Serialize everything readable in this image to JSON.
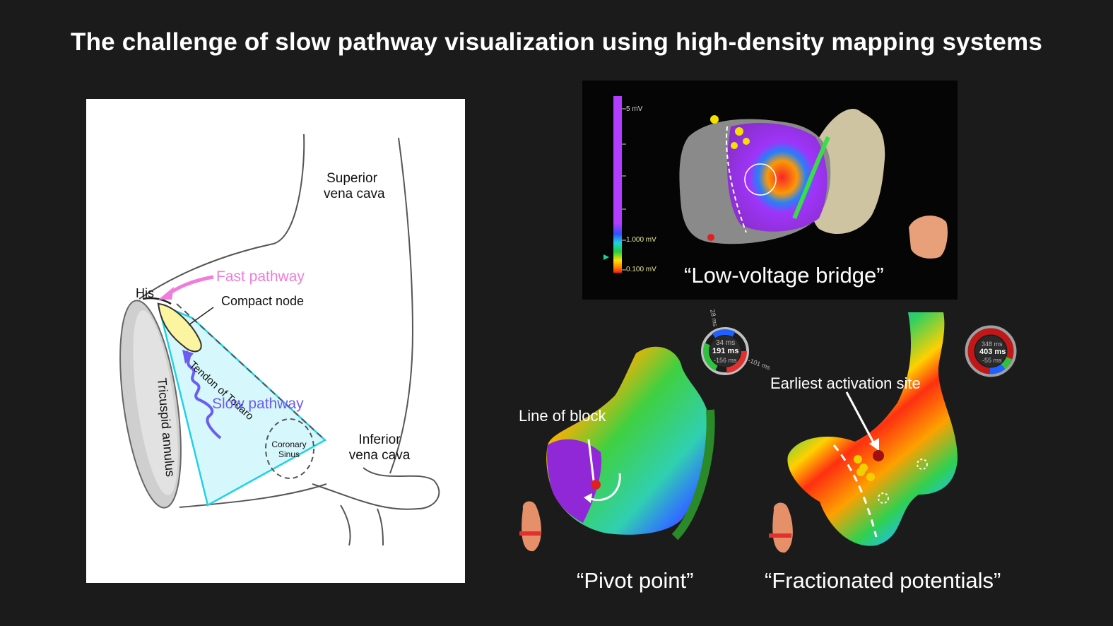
{
  "title": "The challenge of slow pathway visualization using high-density mapping systems",
  "diagram": {
    "labels": {
      "svc": [
        "Superior",
        "vena cava"
      ],
      "ivc": [
        "Inferior",
        "vena cava"
      ],
      "fast": "Fast pathway",
      "his": "His",
      "compact": "Compact node",
      "tendon": "Tendon of Todaro",
      "slow": "Slow pathway",
      "tricuspid": "Tricuspid annulus",
      "cs": [
        "Coronary",
        "Sinus"
      ]
    },
    "colors": {
      "fast": "#f07cdc",
      "slow": "#6b5cf2",
      "triangle": "#1fd2e6",
      "triangle_fill": "#d6f7fb",
      "node": "#fbf4a0"
    }
  },
  "voltage_map": {
    "caption": "“Low-voltage bridge”",
    "scale_top": "5 mV",
    "scale_mid": "1.000 mV",
    "scale_low": "0.100 mV",
    "color_scale": [
      "#b23cff",
      "#3050ff",
      "#1fd3e0",
      "#20d040",
      "#ffe000",
      "#ff8000",
      "#ff1a1a"
    ]
  },
  "activation_maps": [
    {
      "caption": "“Pivot point”",
      "annotation": "Line of block",
      "ring": {
        "center": "191 ms",
        "top": "34 ms",
        "bottom": "-156 ms",
        "left": "28 ms",
        "right": "-101 ms"
      }
    },
    {
      "caption": "“Fractionated potentials”",
      "annotation": "Earliest activation site",
      "ring": {
        "center": "403 ms",
        "top": "348 ms",
        "bottom": "-55 ms",
        "left": "",
        "right": ""
      }
    }
  ]
}
